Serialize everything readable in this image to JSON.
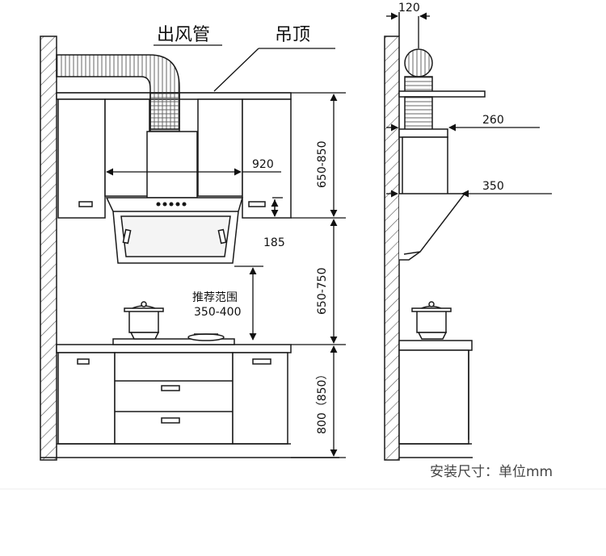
{
  "labels": {
    "duct": "出风管",
    "ceiling": "吊顶",
    "recommended_range": "推荐范围",
    "recommended_value": "350-400",
    "footer": "安装尺寸：单位mm"
  },
  "dimensions": {
    "hood_width": "920",
    "top_height": "650-850",
    "hood_gap": "185",
    "middle_height": "650-750",
    "counter_height": "800（850）",
    "side_wall_gap": "120",
    "side_depth_upper": "260",
    "side_depth_lower": "350"
  },
  "colors": {
    "line": "#1a1a1a",
    "hatch": "#555555",
    "footer_text": "#444444"
  }
}
